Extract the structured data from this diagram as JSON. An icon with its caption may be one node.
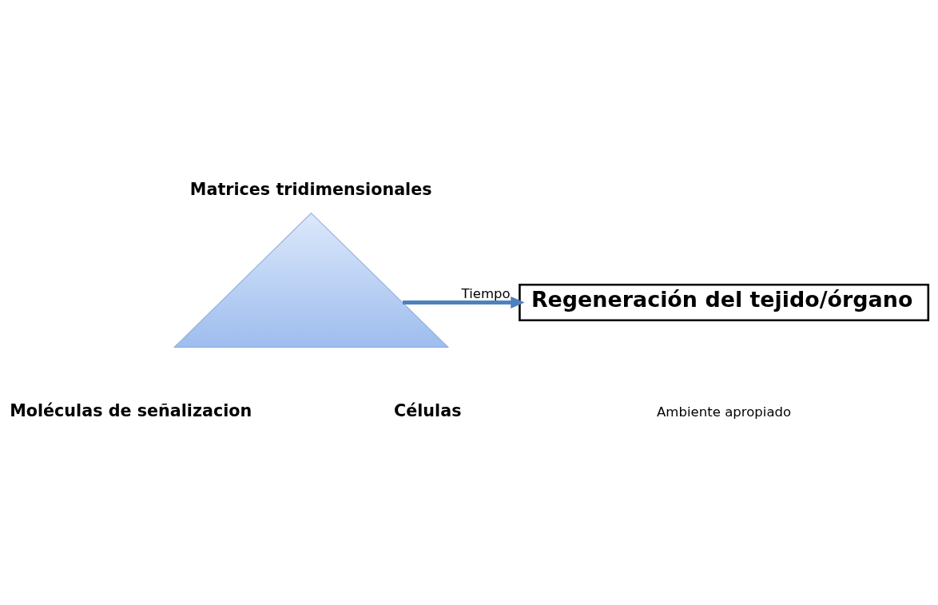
{
  "diagram": {
    "nodes": [
      {
        "text": [],
        "shape": "triangle",
        "beside": [
          "Matrices tridimensionales",
          "Moléculas de señalizacion",
          "Células"
        ]
      },
      {
        "text": [
          "Regeneración del tejido/órgano"
        ]
      }
    ],
    "edges": [
      {
        "from": 0,
        "to": 1,
        "arrow": "to",
        "label": "Tiempo"
      }
    ],
    "labels": [
      "Ambiente apropiado"
    ]
  }
}
